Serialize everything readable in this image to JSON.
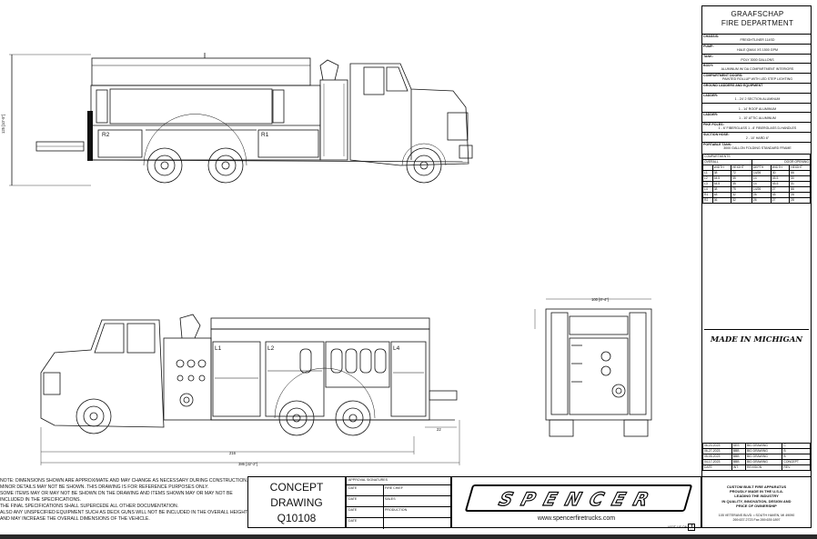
{
  "title_block": {
    "department_line1": "GRAAFSCHAP",
    "department_line2": "FIRE DEPARTMENT"
  },
  "specs": [
    {
      "key": "CHASSIS:",
      "value": "FREIGHTLINER 114SD"
    },
    {
      "key": "PUMP:",
      "value": "HALE QMAX XS 1500 GPM"
    },
    {
      "key": "TANK:",
      "value": "POLY 3000 GALLONS"
    },
    {
      "key": "BODY:",
      "value": "ALUMINUM W/ DA COMPARTMENT INTERIORS"
    },
    {
      "key": "COMPARTMENT DOORS:",
      "value": "PAINTED ROLLUP WITH LED STEP LIGHTING"
    },
    {
      "key": "GROUND LADDERS AND EQUIPMENT",
      "value": ""
    },
    {
      "key": "LADDER:",
      "value": "1 - 24' 2 SECTION ALUMINUM"
    },
    {
      "key": "",
      "value": "1 - 14' ROOF ALUMINUM"
    },
    {
      "key": "LADDER:",
      "value": "1 - 10' ATTIC ALUMINUM"
    },
    {
      "key": "PIKE POLES:",
      "value": "1 - 6' FIBERGLASS 1 - 8' FIBERGLASS D-HANDLES"
    },
    {
      "key": "SUCTION HOSE:",
      "value": "2 - 10' HARD 6\""
    },
    {
      "key": "PORTABLE TANK:",
      "value": "3000 GALLON FOLDING STANDARD FRAME"
    }
  ],
  "compartments": {
    "title": "COMPARTMENTS",
    "group1": "OVERALL",
    "group2": "DOOR OPENING",
    "headers": [
      "",
      "WIDTH",
      "HEIGHT",
      "DEPTH",
      "WIDTH",
      "HEIGHT"
    ],
    "rows": [
      [
        "L1",
        "38",
        "72",
        "14/26",
        "30",
        "66"
      ],
      [
        "L2",
        "54.5",
        "35",
        "14",
        "45.5",
        "30"
      ],
      [
        "L3",
        "54.5",
        "35",
        "14",
        "45.5",
        "31"
      ],
      [
        "L4",
        "38",
        "75",
        "14/26",
        "27",
        "66"
      ],
      [
        "R1",
        "48",
        "32",
        "26",
        "45",
        "28"
      ],
      [
        "R2",
        "36",
        "32",
        "26",
        "27",
        "28"
      ]
    ]
  },
  "made_in": "MADE IN MICHIGAN",
  "revisions": {
    "rows": [
      [
        "06-20-2023",
        "SES",
        "BID DRAWING",
        "C"
      ],
      [
        "06-27-2023",
        "BBB",
        "BID DRAWING",
        "B"
      ],
      [
        "05-05-2023",
        "BBB",
        "BID DRAWING",
        "A"
      ],
      [
        "04-17-2023",
        "BBB",
        "BID DRAWING",
        "CONCEPT"
      ]
    ],
    "header": [
      "DATE",
      "INT.",
      "REVISION",
      "REV."
    ]
  },
  "notes": {
    "lines": [
      "NOTE: DIMENSIONS SHOWN ARE APPROXIMATE AND MAY CHANGE AS NECESSARY DURING CONSTRUCTION.",
      "MINOR DETAILS MAY NOT BE SHOWN. THIS DRAWING IS FOR REFERENCE PURPOSES ONLY.",
      "SOME ITEMS MAY OR MAY NOT BE SHOWN ON THE DRAWING AND ITEMS SHOWN MAY OR MAY NOT BE",
      "INCLUDED IN THE SPECIFICATIONS.",
      "THE FINAL SPECIFICATIONS SHALL SUPERCEDE ALL OTHER DOCUMENTATION.",
      "ALSO ANY UNSPECIFIED EQUIPMENT SUCH AS DECK GUNS WILL NOT BE INCLUDED IN THE OVERALL HEIGHT",
      "AND MAY INCREASE THE OVERALL DIMENSIONS OF THE VEHICLE."
    ]
  },
  "concept": {
    "line1": "CONCEPT",
    "line2": "DRAWING",
    "line3": "Q10108"
  },
  "approval": {
    "title": "APPROVAL SIGNATURES",
    "rows": [
      [
        "DATE",
        "FIRE CHIEF"
      ],
      [
        "DATE",
        "SALES"
      ],
      [
        "DATE",
        "PRODUCTION"
      ],
      [
        "DATE",
        ""
      ]
    ]
  },
  "brand": {
    "name": "SPENCER",
    "website": "www.spencerfiretrucks.com",
    "visit": "VISIT US ON"
  },
  "manufacturer": {
    "lines": [
      "CUSTOM BUILT FIRE APPARATUS",
      "PROUDLY MADE IN THE U.S.A.",
      "LEADING THE INDUSTRY",
      "IN QUALITY, INNOVATION, DESIGN AND",
      "PRICE OF OWNERSHIP"
    ],
    "address": "105 VETERANS BLVD. • SOUTH HAVEN, MI 49090",
    "phone": "269.637.2723   Fax 269.639.1897"
  },
  "drawing_labels": {
    "side_height": "125 [10'-5\"]",
    "compartments": [
      "R2",
      "R1",
      "L1",
      "L2",
      "L4"
    ],
    "dim_216": "216",
    "dim_overall": "386 [32'-2\"]",
    "dim_22": "22",
    "rear_width": "100 [8'-4\"]"
  }
}
